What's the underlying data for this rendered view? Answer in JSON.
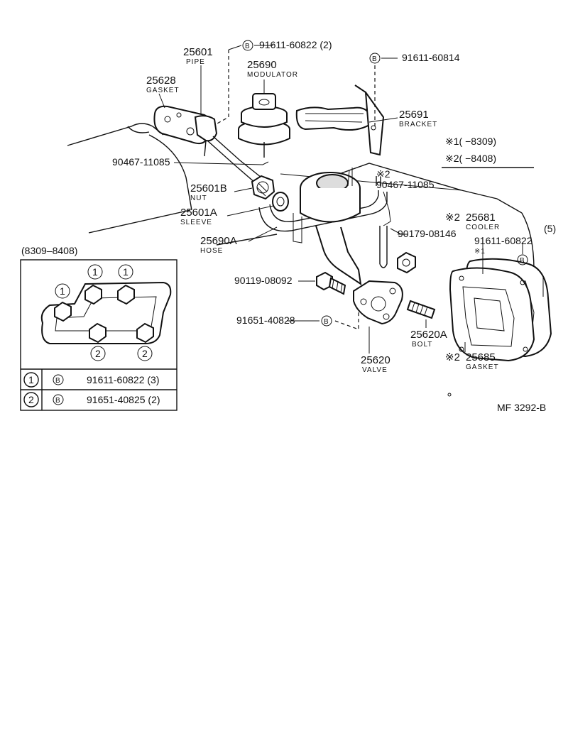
{
  "drawing_code": "MF  3292-B",
  "inset": {
    "range": "(8309–8408)",
    "rows": [
      {
        "mark": "1",
        "symbol": "B",
        "part": "91611-60822 (3)"
      },
      {
        "mark": "2",
        "symbol": "B",
        "part": "91651-40825 (2)"
      }
    ],
    "bolt_marks": [
      "1",
      "1",
      "1",
      "2",
      "2"
    ]
  },
  "notes": {
    "note1": "※1(        −8309)",
    "note2": "※2(        −8408)"
  },
  "callouts": {
    "pipe_no": "25601",
    "pipe_name": "PIPE",
    "gasket_top_no": "25628",
    "gasket_top_name": "GASKET",
    "modulator_no": "25690",
    "modulator_name": "MODULATOR",
    "bolt_b1": "91611-60822 (2)",
    "bolt_b2": "91611-60814",
    "bracket_no": "25691",
    "bracket_name": "BRACKET",
    "clip1": "90467-11085",
    "nut_no": "25601B",
    "nut_name": "NUT",
    "sleeve_no": "25601A",
    "sleeve_name": "SLEEVE",
    "hose_no": "25690A",
    "hose_name": "HOSE",
    "clip2_mark": "※2",
    "clip2": "90467-11085",
    "cooler_mark": "※2",
    "cooler_no": "25681",
    "cooler_name": "COOLER",
    "cooler_bolt": "91611-60822",
    "cooler_qty": "(5)",
    "cooler_bolt_mark": "※1",
    "nut2": "90179-08146",
    "bolt3": "90119-08092",
    "bolt4": "91651-40828",
    "valve_no": "25620",
    "valve_name": "VALVE",
    "bolt5_no": "25620A",
    "bolt5_name": "BOLT",
    "gasket2_mark": "※2",
    "gasket2_no": "25685",
    "gasket2_name": "GASKET"
  }
}
